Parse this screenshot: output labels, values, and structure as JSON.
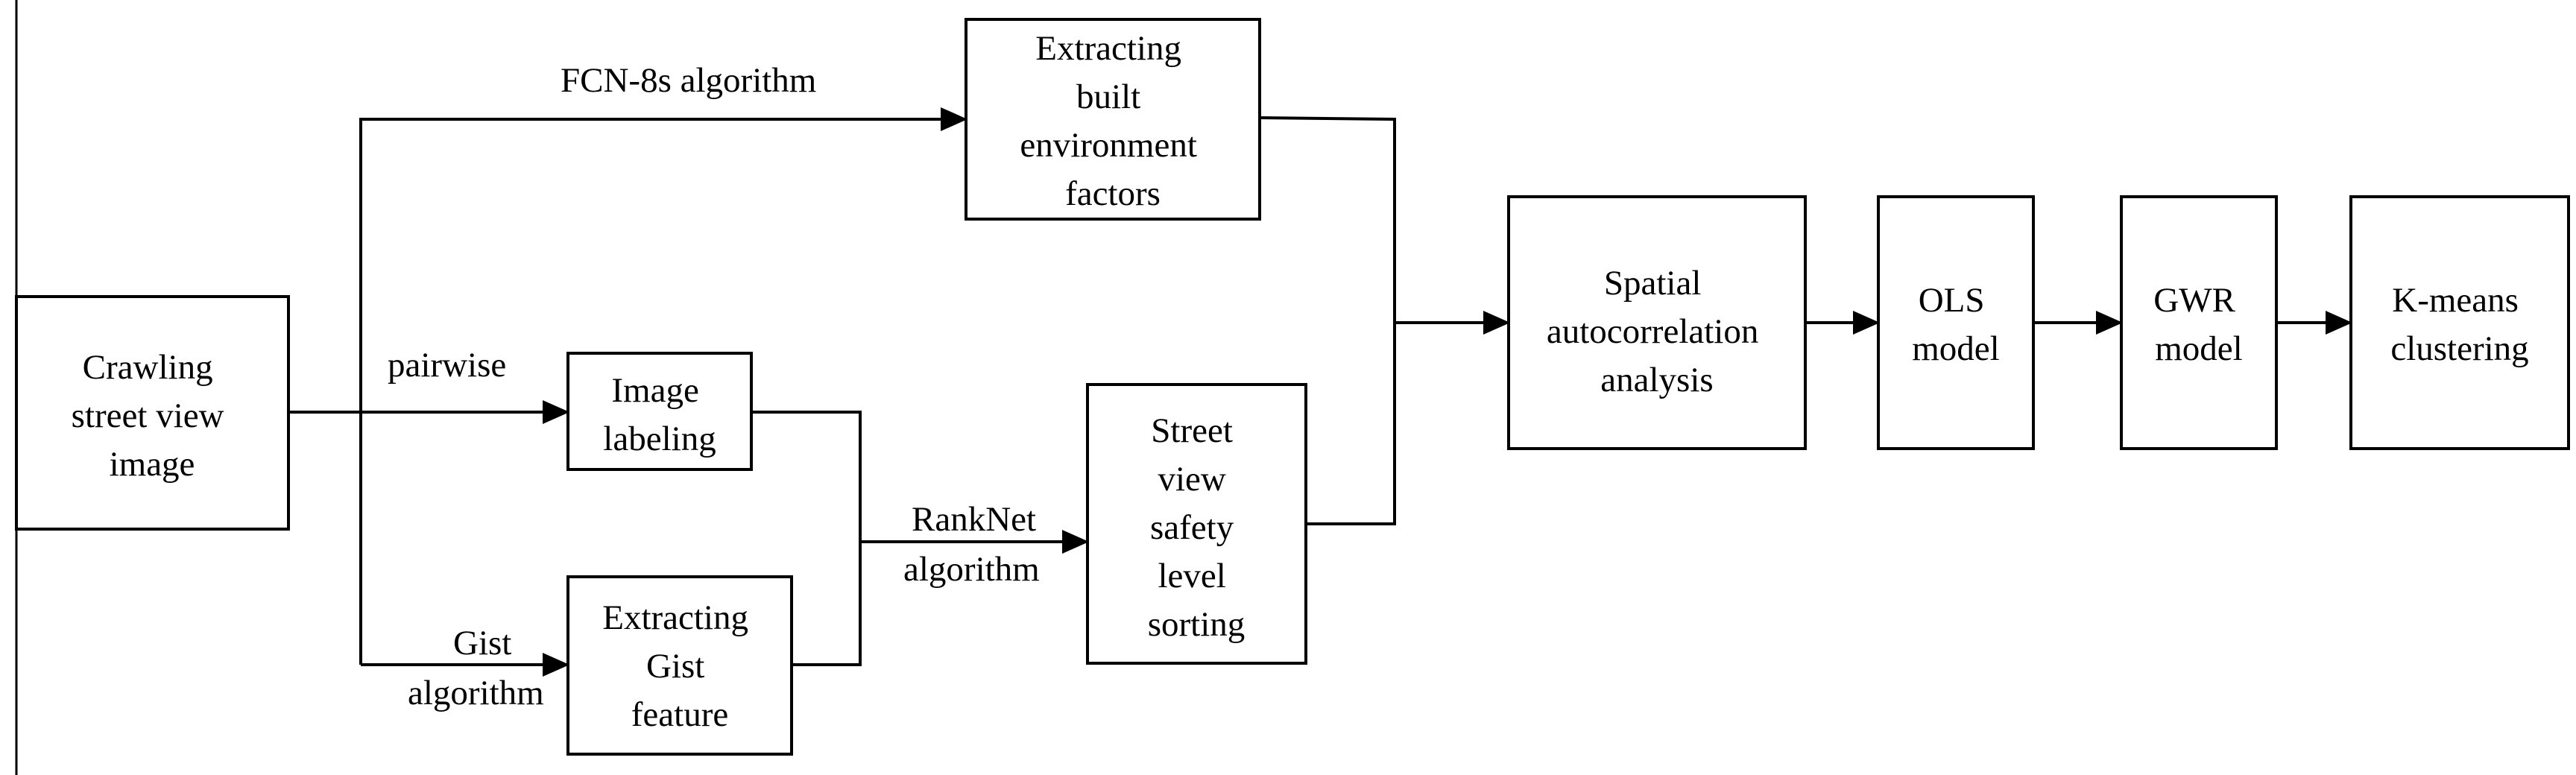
{
  "nodes": {
    "crawling": [
      "Crawling",
      "street view",
      "image"
    ],
    "extract_built": [
      "Extracting",
      "built",
      "environment",
      "factors"
    ],
    "image_labeling": [
      "Image",
      "labeling"
    ],
    "extract_gist": [
      "Extracting",
      "Gist",
      "feature"
    ],
    "safety_sorting": [
      "Street",
      "view",
      "safety",
      "level",
      "sorting"
    ],
    "spatial": [
      "Spatial",
      "autocorrelation",
      "analysis"
    ],
    "ols": [
      "OLS",
      "model"
    ],
    "gwr": [
      "GWR",
      "model"
    ],
    "kmeans": [
      "K-means",
      "clustering"
    ]
  },
  "edge_labels": {
    "fcn": "FCN-8s algorithm",
    "pairwise": "pairwise",
    "gist_1": "Gist",
    "gist_2": "algorithm",
    "ranknet_1": "RankNet",
    "ranknet_2": "algorithm"
  },
  "colors": {
    "stroke": "#000000",
    "background": "#ffffff"
  }
}
